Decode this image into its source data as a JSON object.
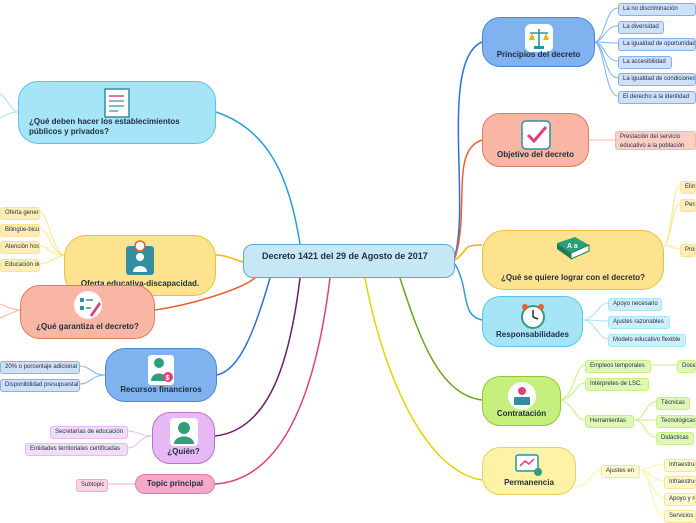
{
  "central_topic": "Decreto 1421 del 29 de Agosto de 2017",
  "principios": {
    "title": "Principios del decreto",
    "icon": "scales-icon",
    "items": [
      "La no discriminación",
      "La diversidad",
      "La igualdad de oportunidades",
      "La accesibilidad",
      "La igualdad de condiciones",
      "El derecho a la identidad"
    ]
  },
  "objetivo": {
    "title": "Objetivo del decreto",
    "icon": "checkbox-icon",
    "text": "Prestación del servicio educativo a la población con discapacidad."
  },
  "lograr": {
    "title": "¿Qué se quiere lograr con el decreto?",
    "icon": "book-icon",
    "items": [
      "Eliminar",
      "Permitir",
      "Promover"
    ]
  },
  "responsabilidades": {
    "title": "Responsabilidades",
    "icon": "alarm-clock-icon",
    "items": [
      "Apoyo necesario",
      "Ajustes razonables",
      "Modelo educativo flexible"
    ]
  },
  "contratacion": {
    "title": "Contratación",
    "icon": "laptop-person-icon",
    "empleos": "Empleos temporales",
    "docentes": "Docentes",
    "interpretes": "Intérpretes de LSC.",
    "herramientas": "Herramientas",
    "tools": [
      "Técnicas",
      "Tecnológicas",
      "Didácticas"
    ]
  },
  "permanencia": {
    "title": "Permanencia",
    "icon": "screen-icon",
    "ajustes": "Ajustes en",
    "items": [
      "Infraestructura",
      "Infraestructura",
      "Apoyo y recursos",
      "Servicios"
    ]
  },
  "establecimientos": {
    "title": "¿Qué deben hacer los establecimientos públicos y privados?",
    "icon": "document-icon"
  },
  "oferta": {
    "title": "Oferta educativa-discapacidad.",
    "icon": "person-target-icon",
    "items": [
      "Oferta general",
      "Bilingüe-bicultural",
      "Atención hospitalaria",
      "Educación de adultos"
    ]
  },
  "garantiza": {
    "title": "¿Qué garantiza el decreto?",
    "icon": "checklist-pencil-icon"
  },
  "recursos": {
    "title": "Recursos financieros",
    "icon": "money-person-icon",
    "items": [
      "20% o porcentaje adicional",
      "Disponibilidad presupuestal"
    ]
  },
  "quien": {
    "title": "¿Quién?",
    "icon": "user-icon",
    "items": [
      "Secretarías de educación",
      "Entidades territoriales certificadas"
    ]
  },
  "topic_principal": {
    "title": "Topic principal",
    "subtopic": "Subtopic"
  },
  "colors": {
    "blue": "#7fb2ef",
    "salmon": "#f9b6a4",
    "yellow": "#fde38e",
    "cyan": "#a6e4f8",
    "green": "#c6ef7e",
    "light_yellow": "#fdf2a5",
    "purple": "#e7b9f4",
    "pink": "#f7a8c9"
  }
}
